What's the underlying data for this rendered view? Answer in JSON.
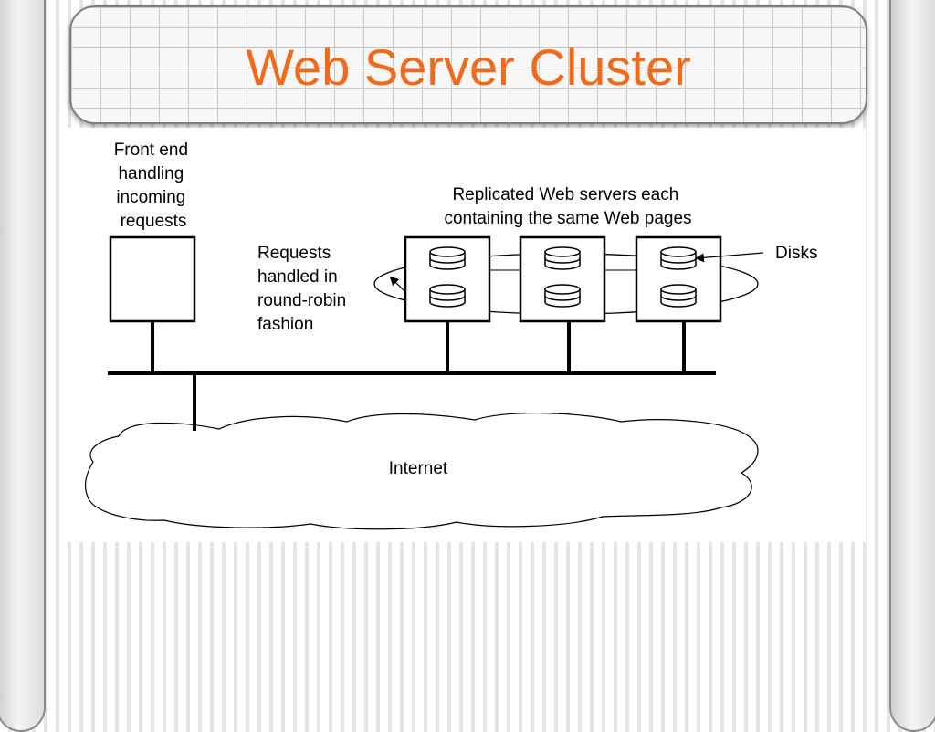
{
  "slide": {
    "title": "Web Server Cluster",
    "title_color": "#f06a1c"
  },
  "diagram": {
    "front_end_label": [
      "Front end",
      "handling",
      "incoming",
      "requests"
    ],
    "replicated_label": [
      "Replicated Web servers each",
      "containing the same Web pages"
    ],
    "requests_label": [
      "Requests",
      "handled in",
      "round-robin",
      "fashion"
    ],
    "disks_label": "Disks",
    "internet_label": "Internet",
    "server_count": 3
  }
}
